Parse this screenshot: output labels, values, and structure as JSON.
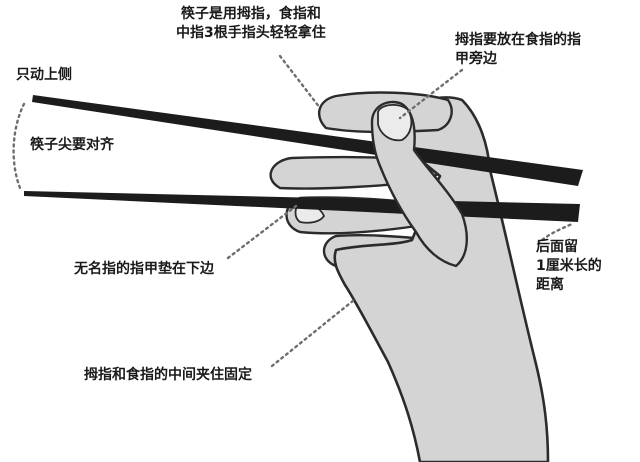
{
  "labels": {
    "top_grip": {
      "line1": "筷子是用拇指，食指和",
      "line2": "中指3根手指头轻轻拿住"
    },
    "thumbnail_side": {
      "line1": "拇指要放在食指的指",
      "line2": "甲旁边"
    },
    "upper_moves": "只动上侧",
    "tips_align": "筷子尖要对齐",
    "ring_finger": "无名指的指甲垫在下边",
    "back_space": {
      "line1": "后面留",
      "line2": "1厘米长的",
      "line3": "距离"
    },
    "thumb_index_hold": "拇指和食指的中间夹住固定"
  },
  "colors": {
    "chopstick": "#1c1c1c",
    "hand_fill": "#d4d4d4",
    "hand_outline": "#2b2b2b",
    "nail_fill": "#ebebeb",
    "leader_dots": "#6e6e6e",
    "text": "#1a1a1a"
  }
}
